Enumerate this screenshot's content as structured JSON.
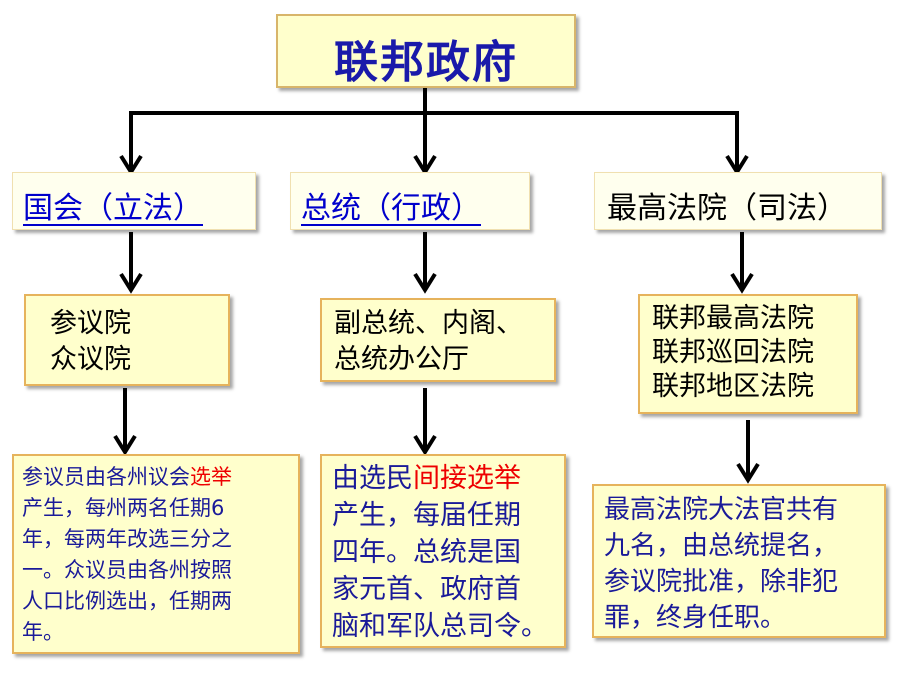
{
  "title": "联邦政府",
  "branches": [
    {
      "label": "国会（立法）",
      "middle_lines": [
        "参议院",
        "众议院"
      ],
      "bottom_lines": [
        {
          "pre": "参议员由各州议会",
          "red": "选举",
          "post": ""
        },
        {
          "pre": "产生，每州两名任期6",
          "red": "",
          "post": ""
        },
        {
          "pre": "年，每两年改选三分之",
          "red": "",
          "post": ""
        },
        {
          "pre": "一。众议员由各州按照",
          "red": "",
          "post": ""
        },
        {
          "pre": "人口比例选出，任期两",
          "red": "",
          "post": ""
        },
        {
          "pre": "年。",
          "red": "",
          "post": ""
        }
      ]
    },
    {
      "label": "总统（行政）",
      "middle_lines": [
        "副总统、内阁、",
        "总统办公厅"
      ],
      "bottom_lines": [
        {
          "pre": "由选民",
          "red": "间接选举",
          "post": ""
        },
        {
          "pre": "产生，每届任期",
          "red": "",
          "post": ""
        },
        {
          "pre": "四年。总统是国",
          "red": "",
          "post": ""
        },
        {
          "pre": "家元首、政府首",
          "red": "",
          "post": ""
        },
        {
          "pre": "脑和军队总司令。",
          "red": "",
          "post": ""
        }
      ]
    },
    {
      "label": "最高法院（司法）",
      "middle_lines": [
        "联邦最高法院",
        "联邦巡回法院",
        "联邦地区法院"
      ],
      "bottom_lines": [
        {
          "pre": "最高法院大法官共有",
          "red": "",
          "post": ""
        },
        {
          "pre": "九名，由总统提名，",
          "red": "",
          "post": ""
        },
        {
          "pre": "参议院批准，除非犯",
          "red": "",
          "post": ""
        },
        {
          "pre": "罪，终身任职。",
          "red": "",
          "post": ""
        }
      ]
    }
  ],
  "colors": {
    "box_fill": "#ffffcc",
    "box_border": "#e6b35c",
    "link_blue": "#0000cc",
    "title_blue": "#1a1aaa",
    "highlight_red": "#ee0000"
  }
}
